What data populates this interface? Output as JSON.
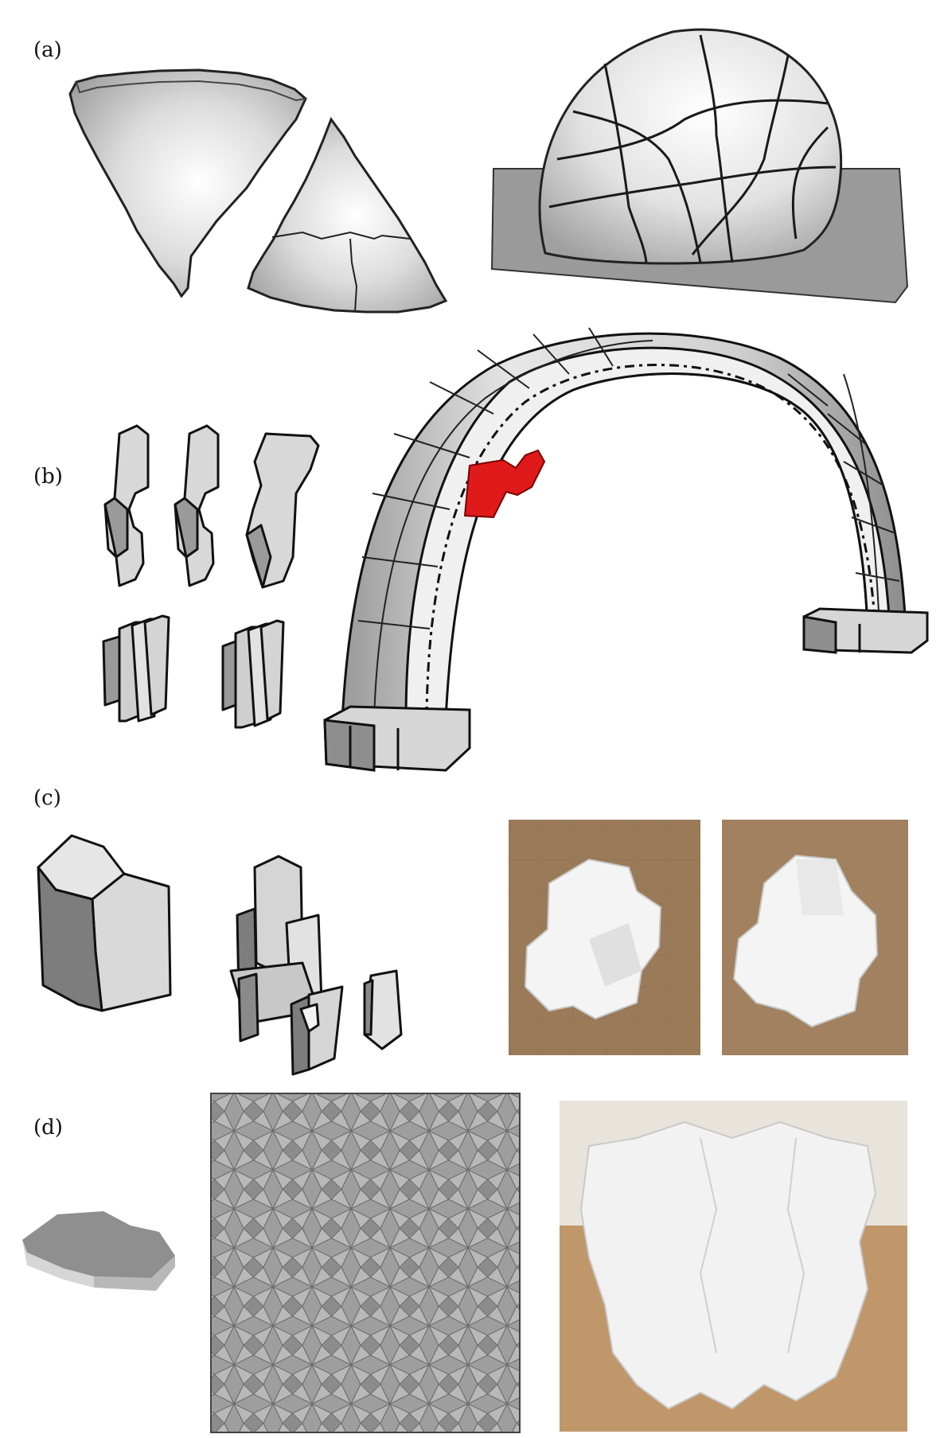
{
  "panels": {
    "a": {
      "label": "(a)"
    },
    "b": {
      "label": "(b)"
    },
    "c": {
      "label": "(c)"
    },
    "d": {
      "label": "(d)"
    }
  },
  "colors": {
    "block_light": "#d9d9d9",
    "block_mid": "#b5b5b5",
    "block_dark": "#8a8a8a",
    "highlight": "#e01a1a",
    "photo_white": "#f4f4f4",
    "wood": "#9a7a58"
  }
}
